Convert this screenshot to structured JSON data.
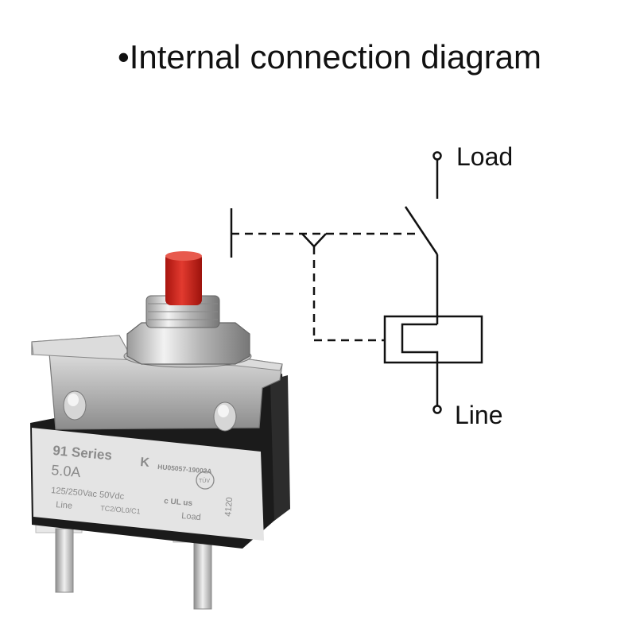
{
  "title": "•Internal connection diagram",
  "diagram": {
    "label_load": "Load",
    "label_line": "Line"
  },
  "device": {
    "series": "91 Series",
    "rating": "5.0A",
    "cert_code": "HU05057-19002A",
    "voltage": "125/250Vac 50Vdc",
    "terminal_line": "Line",
    "terminal_load": "Load",
    "type_code": "TC2/OL0/C1",
    "date_code": "4120",
    "mark_tuv": "TÜV",
    "mark_ul": "c UL us",
    "mark_kc": "K"
  },
  "colors": {
    "button": "#d42a22",
    "metal": "#c9c9c9",
    "body": "#1a1a1a",
    "label_bg": "#e6e6e6",
    "label_text": "#888888"
  }
}
